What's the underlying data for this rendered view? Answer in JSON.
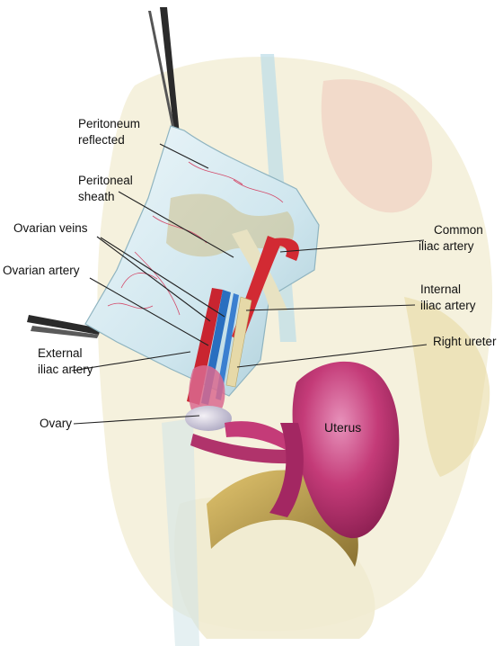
{
  "labels": {
    "peritoneum_reflected": [
      "Peritoneum",
      "reflected"
    ],
    "peritoneal_sheath": [
      "Peritoneal",
      "sheath"
    ],
    "ovarian_veins": "Ovarian veins",
    "ovarian_artery": "Ovarian artery",
    "external_iliac_artery": [
      "External",
      "iliac artery"
    ],
    "ovary": "Ovary",
    "common_iliac_artery": [
      "Common",
      "iliac artery"
    ],
    "internal_iliac_artery": [
      "Internal",
      "iliac artery"
    ],
    "right_ureter": "Right ureter",
    "uterus": "Uterus"
  },
  "colors": {
    "background": "#ffffff",
    "tissue_cream": "#efe8c8",
    "tissue_shadow": "#d8c98f",
    "peritoneum": "#d9ecf2",
    "artery_red": "#d22a33",
    "vein_blue": "#2a6fc0",
    "ureter": "#e6d9a8",
    "uterus_pink": "#c43b78"
  }
}
